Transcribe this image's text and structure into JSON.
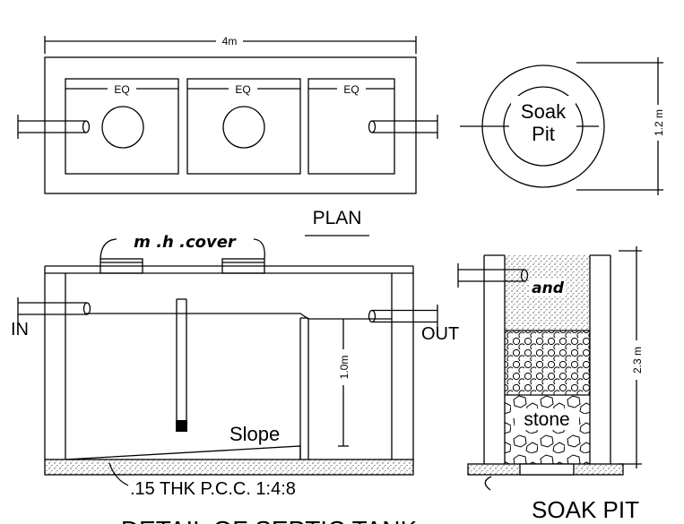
{
  "plan": {
    "overall_dim": "4m",
    "compartment_dims": [
      "EQ",
      "EQ",
      "EQ"
    ],
    "caption": "PLAN"
  },
  "soak_pit_plan": {
    "label_line1": "Soak",
    "label_line2": "Pit",
    "diameter_dim": "1.2 m"
  },
  "section": {
    "manhole_label": "m .h .cover",
    "inlet_label": "IN",
    "outlet_label": "OUT",
    "depth_dim": "1.0m",
    "slope_label": "Slope",
    "base_note": ".15  THK  P.C.C.  1:4:8",
    "caption": "DETAIL OF SEPTIC TANK"
  },
  "soak_pit_section": {
    "layer_top": "and",
    "layer_bottom": "stone",
    "depth_dim": "2.3 m",
    "caption": "SOAK PIT"
  }
}
